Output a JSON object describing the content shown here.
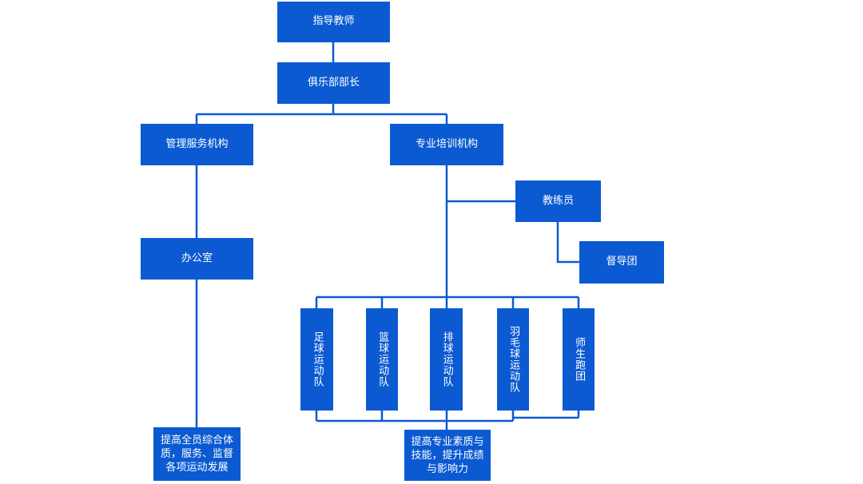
{
  "colors": {
    "box_fill": "#0b5ad1",
    "line": "#0b5ad1",
    "text": "#ffffff"
  },
  "nodes": {
    "advisor": "指导教师",
    "club_minister": "俱乐部部长",
    "management_service": "管理服务机构",
    "professional_training": "专业培训机构",
    "coaches": "教练员",
    "supervision_group": "督导团",
    "office": "办公室",
    "football_team": "足球运动队",
    "basketball_team": "篮球运动队",
    "volleyball_team": "排球运动队",
    "badminton_team": "羽毛球运动队",
    "running_group": "师生跑团",
    "office_goal": "提高全员综合体质，服务、监督各项运动发展",
    "training_goal": "提高专业素质与技能，提升成绩与影响力"
  }
}
